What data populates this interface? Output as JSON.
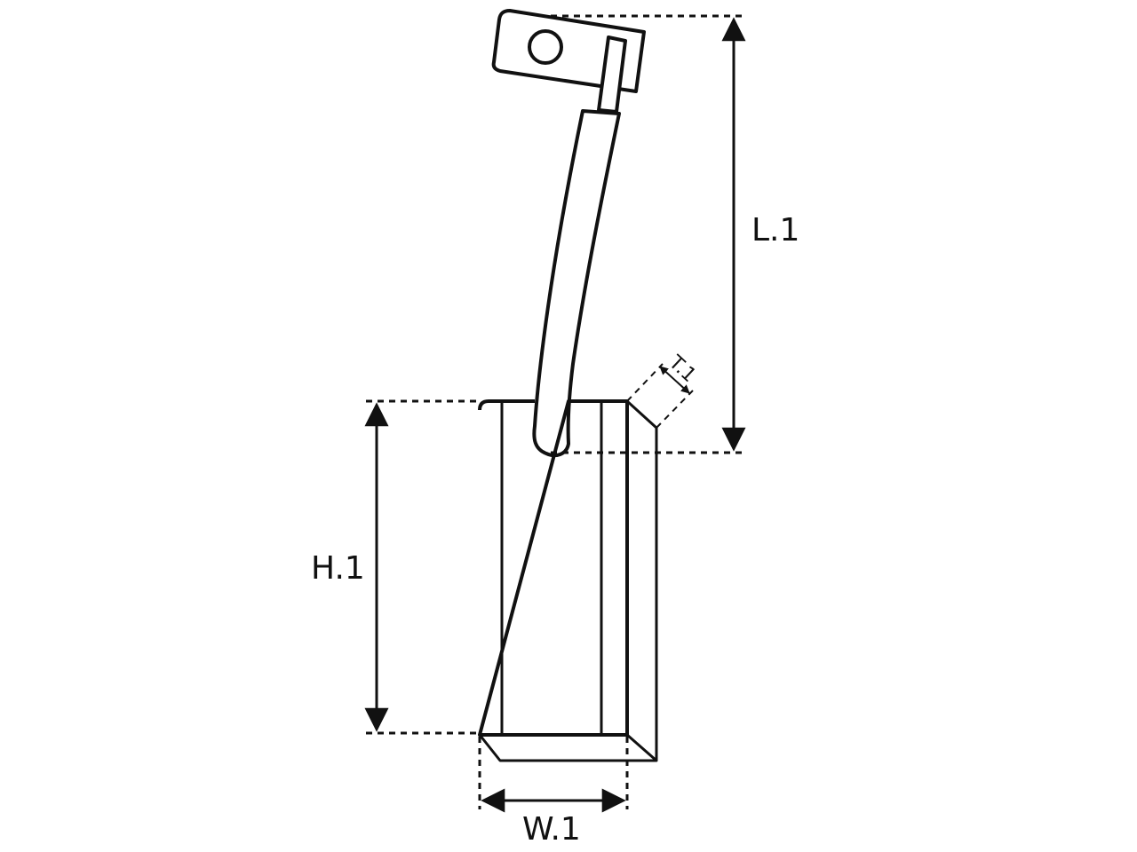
{
  "colors": {
    "stroke": "#111111",
    "background": "#ffffff"
  },
  "labels": {
    "length": "L.1",
    "height": "H.1",
    "width": "W.1",
    "thickness": "T.1"
  }
}
